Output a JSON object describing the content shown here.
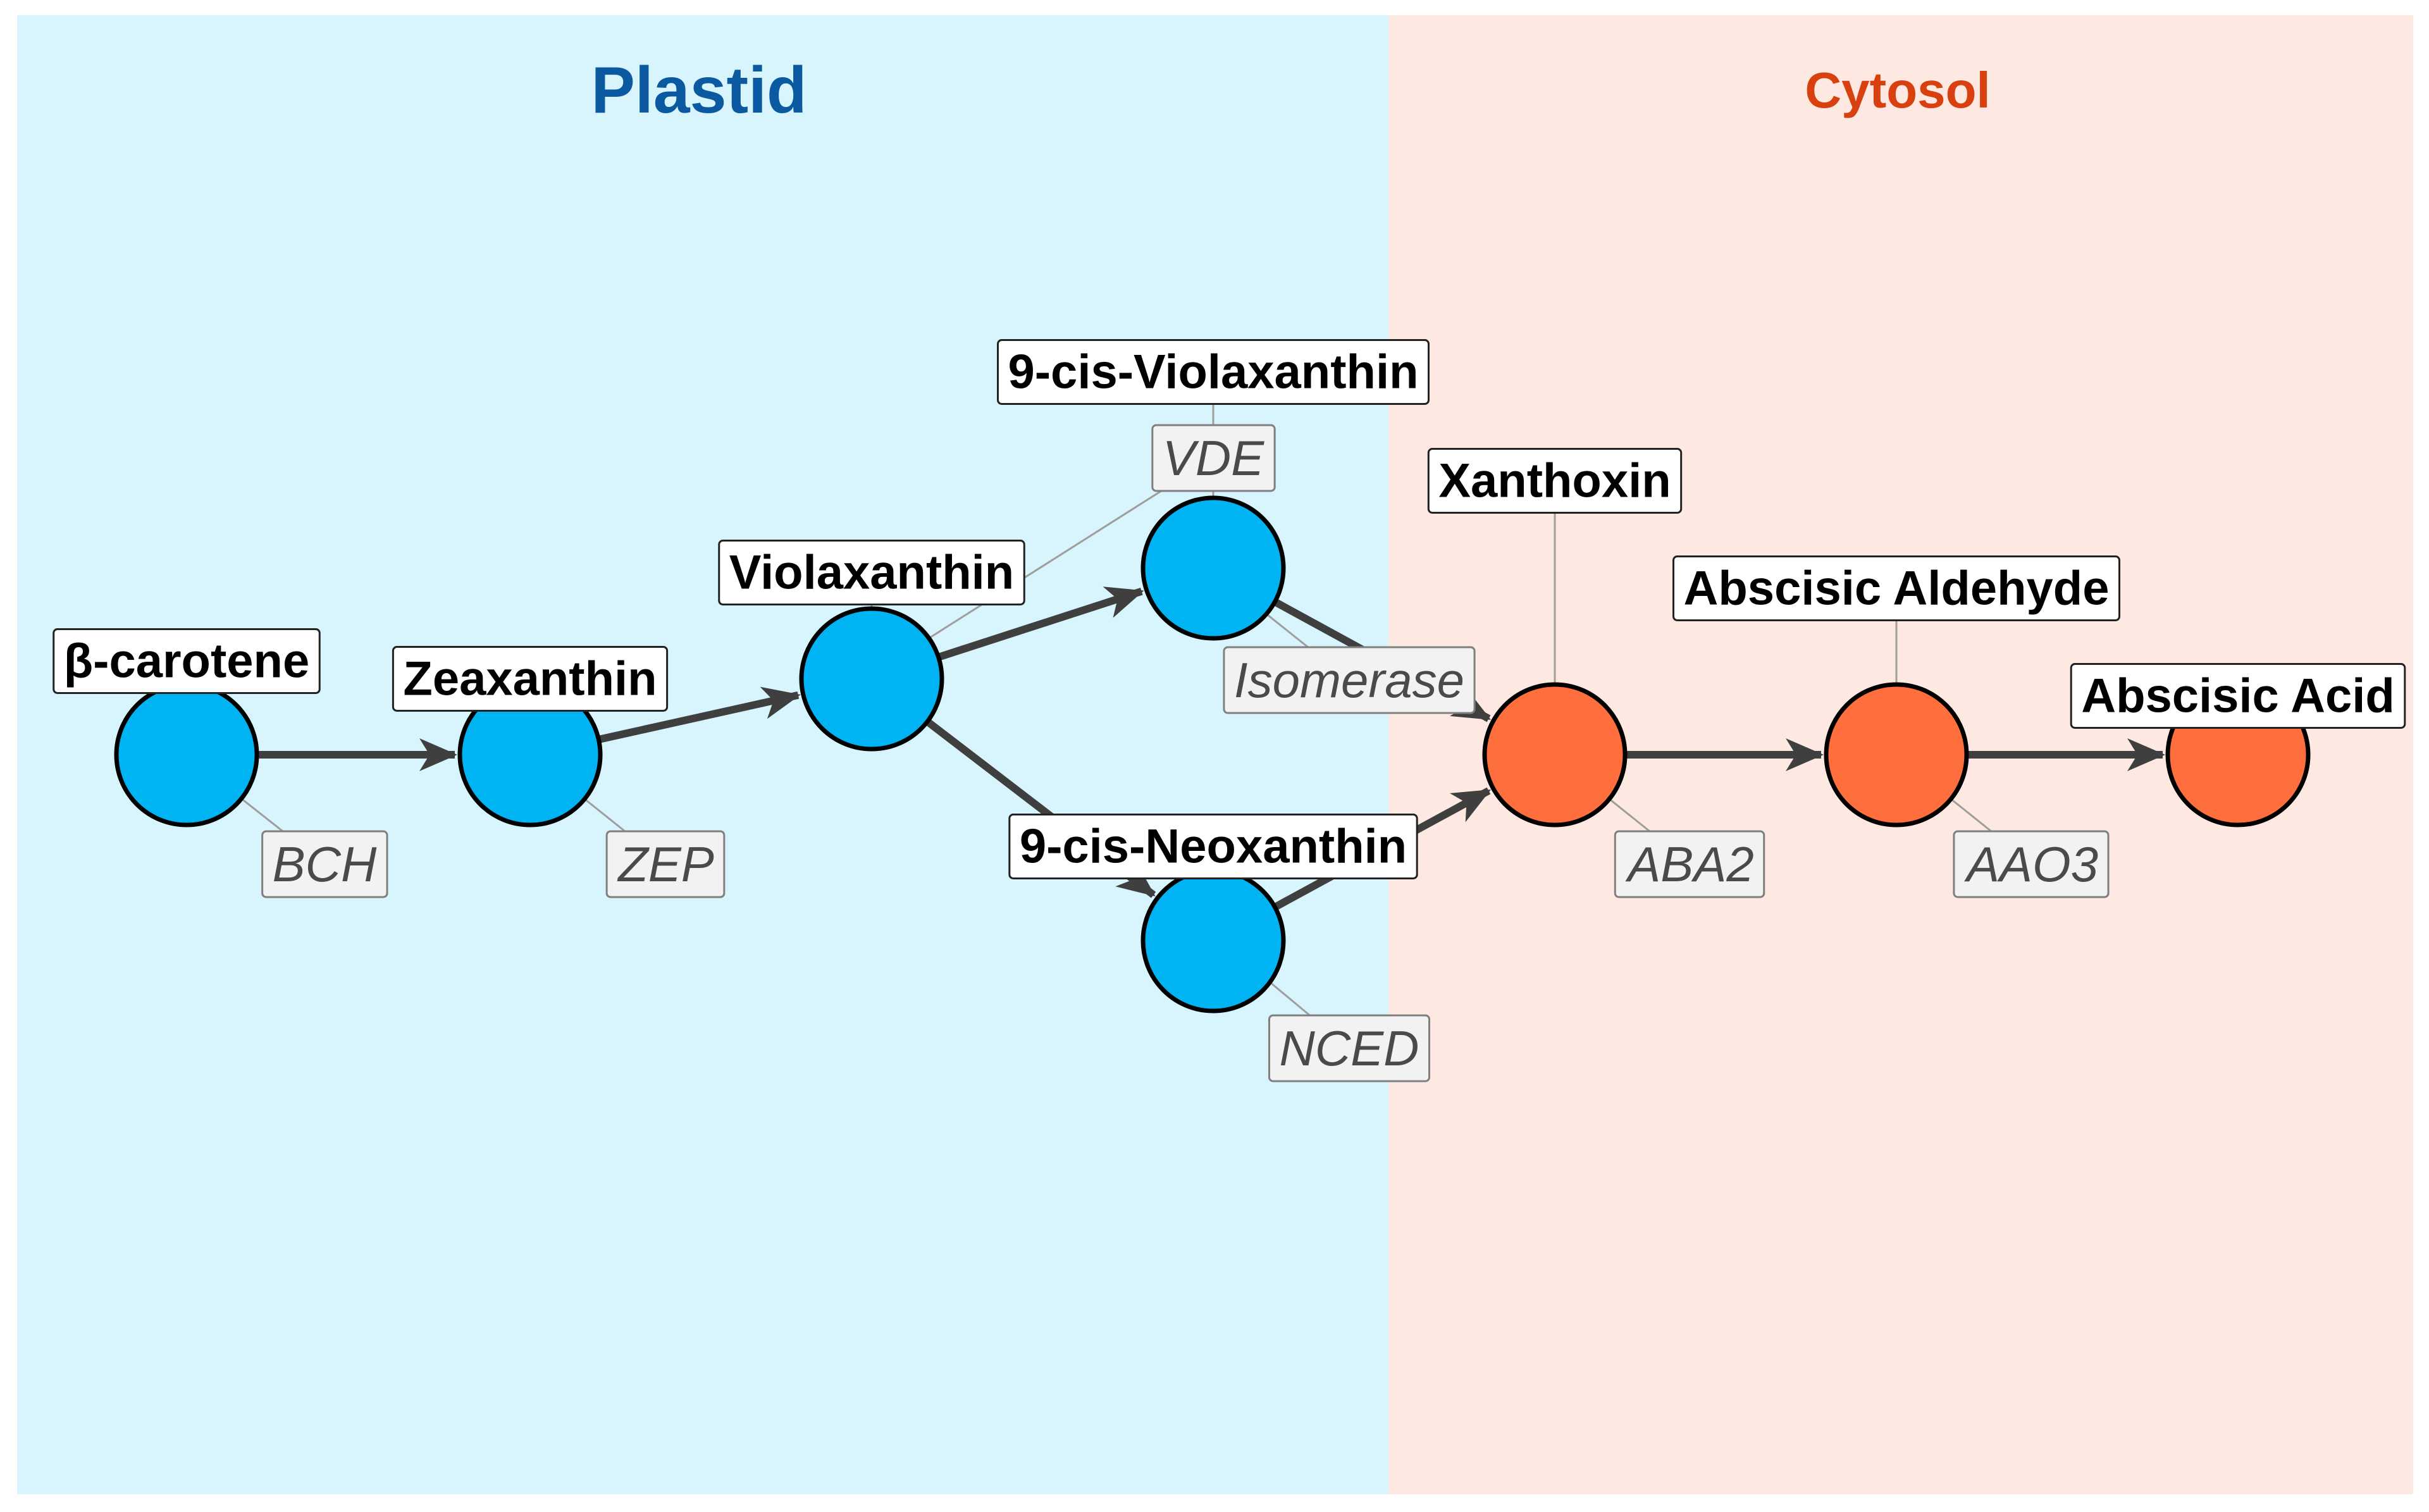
{
  "compartments": {
    "plastid": {
      "label": "Plastid",
      "bg": "#d8f4fc",
      "label_color": "#0b5aa1"
    },
    "cytosol": {
      "label": "Cytosol",
      "bg": "#fde9e1",
      "label_color": "#d9400f"
    }
  },
  "colors": {
    "plastid_node": "#00b4f4",
    "cytosol_node": "#ff6f3d"
  },
  "nodes": [
    {
      "id": "bcarotene",
      "label": "β-carotene",
      "compartment": "plastid"
    },
    {
      "id": "zeaxanthin",
      "label": "Zeaxanthin",
      "compartment": "plastid"
    },
    {
      "id": "violaxanthin",
      "label": "Violaxanthin",
      "compartment": "plastid"
    },
    {
      "id": "cis_violaxanthin",
      "label": "9-cis-Violaxanthin",
      "compartment": "plastid"
    },
    {
      "id": "cis_neoxanthin",
      "label": "9-cis-Neoxanthin",
      "compartment": "plastid"
    },
    {
      "id": "xanthoxin",
      "label": "Xanthoxin",
      "compartment": "cytosol"
    },
    {
      "id": "abscisic_aldehyde",
      "label": "Abscisic Aldehyde",
      "compartment": "cytosol"
    },
    {
      "id": "abscisic_acid",
      "label": "Abscisic Acid",
      "compartment": "cytosol"
    }
  ],
  "enzymes": [
    {
      "id": "bch",
      "label": "BCH"
    },
    {
      "id": "zep",
      "label": "ZEP"
    },
    {
      "id": "vde",
      "label": "VDE"
    },
    {
      "id": "isomerase",
      "label": "Isomerase"
    },
    {
      "id": "nced",
      "label": "NCED"
    },
    {
      "id": "aba2",
      "label": "ABA2"
    },
    {
      "id": "aao3",
      "label": "AAO3"
    }
  ],
  "edges": [
    {
      "from": "bcarotene",
      "to": "zeaxanthin"
    },
    {
      "from": "zeaxanthin",
      "to": "violaxanthin"
    },
    {
      "from": "violaxanthin",
      "to": "cis_violaxanthin"
    },
    {
      "from": "violaxanthin",
      "to": "cis_neoxanthin"
    },
    {
      "from": "cis_violaxanthin",
      "to": "xanthoxin"
    },
    {
      "from": "cis_neoxanthin",
      "to": "xanthoxin"
    },
    {
      "from": "xanthoxin",
      "to": "abscisic_aldehyde"
    },
    {
      "from": "abscisic_aldehyde",
      "to": "abscisic_acid"
    }
  ]
}
